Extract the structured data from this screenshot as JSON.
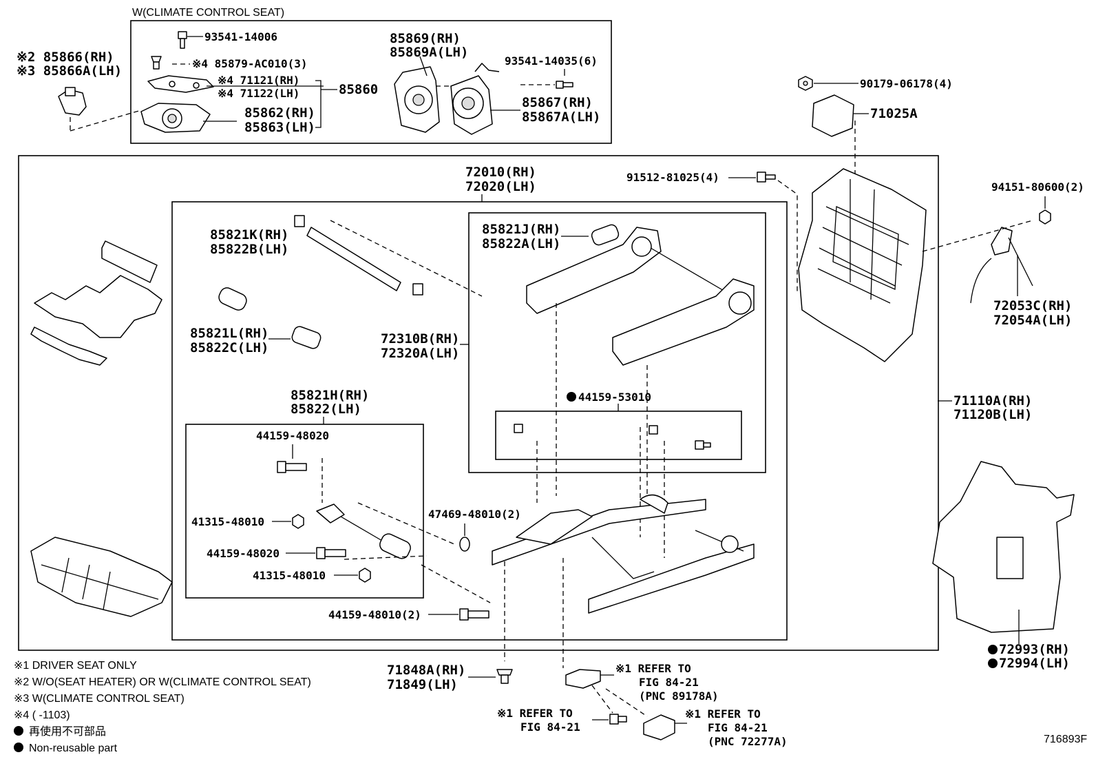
{
  "climate_box_title": "W(CLIMATE CONTROL SEAT)",
  "labels": {
    "p85866": [
      "※2 85866(RH)",
      "※3 85866A(LH)"
    ],
    "p93541_14006": "93541-14006",
    "p85879": "※4 85879-AC010(3)",
    "p71121": [
      "※4 71121(RH)",
      "※4 71122(LH)"
    ],
    "p85860": "85860",
    "p85862": [
      "85862(RH)",
      "85863(LH)"
    ],
    "p85869": [
      "85869(RH)",
      "85869A(LH)"
    ],
    "p93541_14035": "93541-14035(6)",
    "p85867": [
      "85867(RH)",
      "85867A(LH)"
    ],
    "p90179": "90179-06178(4)",
    "p71025A": "71025A",
    "p91512": "91512-81025(4)",
    "p72010": [
      "72010(RH)",
      "72020(LH)"
    ],
    "p94151": "94151-80600(2)",
    "p72053C": [
      "72053C(RH)",
      "72054A(LH)"
    ],
    "p85821K": [
      "85821K(RH)",
      "85822B(LH)"
    ],
    "p85821J": [
      "85821J(RH)",
      "85822A(LH)"
    ],
    "p85821L": [
      "85821L(RH)",
      "85822C(LH)"
    ],
    "p72310B": [
      "72310B(RH)",
      "72320A(LH)"
    ],
    "p85821H": [
      "85821H(RH)",
      "85822(LH)"
    ],
    "p44159_53010": "44159-53010",
    "p71110A": [
      "71110A(RH)",
      "71120B(LH)"
    ],
    "p44159_48020a": "44159-48020",
    "p41315_48010a": "41315-48010",
    "p44159_48020b": "44159-48020",
    "p41315_48010b": "41315-48010",
    "p47469": "47469-48010(2)",
    "p44159_48010": "44159-48010(2)",
    "p72993": [
      "72993(RH)",
      "72994(LH)"
    ],
    "p71848A": [
      "71848A(RH)",
      "71849(LH)"
    ],
    "ref1": [
      "※1 REFER TO",
      "FIG 84-21",
      "(PNC 89178A)"
    ],
    "ref2": [
      "※1 REFER TO",
      "FIG 84-21"
    ],
    "ref3": [
      "※1 REFER TO",
      "FIG 84-21",
      "(PNC 72277A)"
    ]
  },
  "notes": [
    "※1 DRIVER SEAT ONLY",
    "※2 W/O(SEAT HEATER) OR W(CLIMATE CONTROL SEAT)",
    "※3 W(CLIMATE CONTROL SEAT)",
    "※4 (      -1103)",
    "再使用不可部品",
    "Non-reusable part"
  ],
  "figure_id": "716893F"
}
